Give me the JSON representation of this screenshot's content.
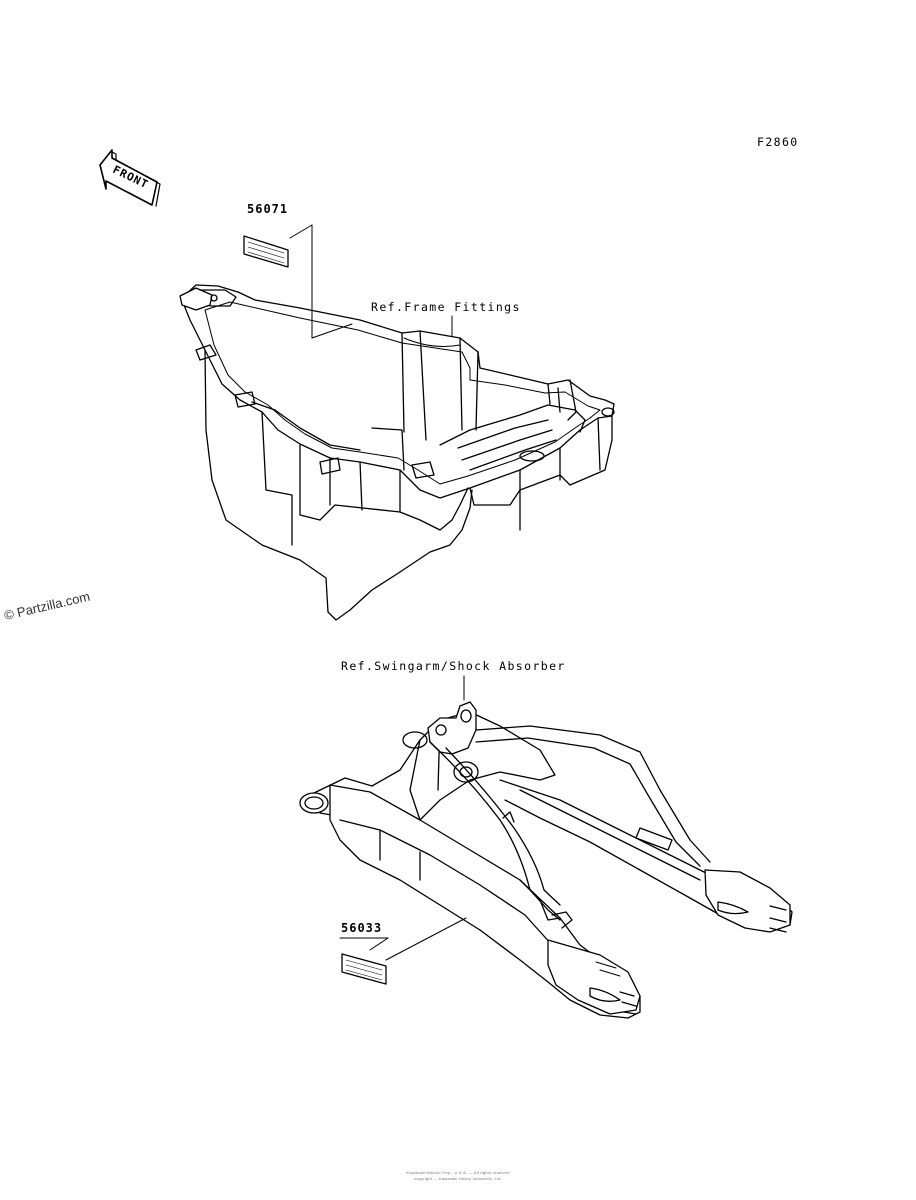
{
  "figure_code": "F2860",
  "front_marker": "FRONT",
  "parts": {
    "upper_label_part": "56071",
    "lower_label_part": "56033"
  },
  "references": {
    "frame": "Ref.Frame Fittings",
    "swingarm": "Ref.Swingarm/Shock Absorber"
  },
  "watermark": "© Partzilla.com",
  "footer": {
    "line1": "Kawasaki Motors Corp., U.S.A. — All rights reserved",
    "line2": "copyright — Kawasaki Heavy Industries, Ltd."
  },
  "colors": {
    "ink": "#000000",
    "paper": "#ffffff",
    "watermark": "#333333"
  }
}
